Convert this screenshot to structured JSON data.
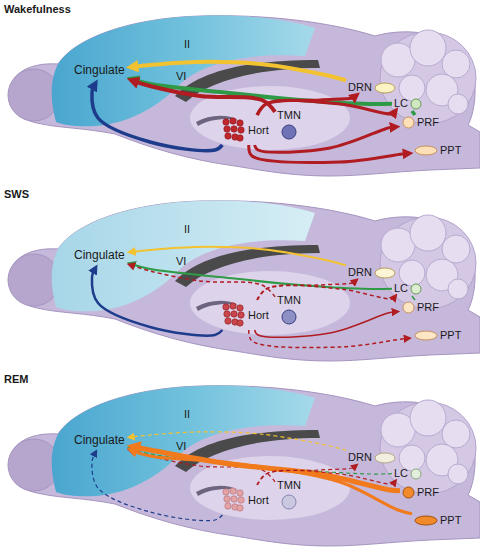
{
  "diagram": {
    "nodes": [
      {
        "text": [
          "Cingulate"
        ]
      },
      {
        "text": [
          "DRN"
        ]
      },
      {
        "text": [
          "LC"
        ]
      },
      {
        "text": [
          "PRF"
        ]
      },
      {
        "text": [
          "PPT"
        ]
      },
      {
        "text": [
          "TMN"
        ]
      },
      {
        "text": [
          "Hort"
        ]
      },
      {
        "text": [
          "Cingulate"
        ]
      },
      {
        "text": [
          "DRN"
        ]
      },
      {
        "text": [
          "LC"
        ]
      },
      {
        "text": [
          "PRF"
        ]
      },
      {
        "text": [
          "PPT"
        ]
      },
      {
        "text": [
          "TMN"
        ]
      },
      {
        "text": [
          "Hort"
        ]
      },
      {
        "text": [
          "Cingulate"
        ]
      },
      {
        "text": [
          "DRN"
        ]
      },
      {
        "text": [
          "LC"
        ]
      },
      {
        "text": [
          "PRF"
        ]
      },
      {
        "text": [
          "PPT"
        ]
      },
      {
        "text": [
          "TMN"
        ]
      },
      {
        "text": [
          "Hort"
        ]
      }
    ],
    "edges": [
      {
        "from": 1,
        "to": 0,
        "arrow": "to"
      },
      {
        "from": 2,
        "to": 0,
        "arrow": "to"
      },
      {
        "from": 5,
        "to": 0,
        "arrow": "to"
      },
      {
        "from": 6,
        "to": 0,
        "arrow": "to"
      },
      {
        "from": 6,
        "to": 1,
        "arrow": "to"
      },
      {
        "from": 6,
        "to": 2,
        "arrow": "to"
      },
      {
        "from": 6,
        "to": 3,
        "arrow": "to"
      },
      {
        "from": 6,
        "to": 4,
        "arrow": "to"
      },
      {
        "from": 2,
        "to": 3,
        "arrow": "none"
      },
      {
        "from": 8,
        "to": 7,
        "arrow": "to"
      },
      {
        "from": 9,
        "to": 7,
        "arrow": "to"
      },
      {
        "from": 12,
        "to": 7,
        "arrow": "to"
      },
      {
        "from": 13,
        "to": 7,
        "arrow": "to"
      },
      {
        "from": 13,
        "to": 8,
        "arrow": "to"
      },
      {
        "from": 13,
        "to": 9,
        "arrow": "to"
      },
      {
        "from": 13,
        "to": 10,
        "arrow": "to"
      },
      {
        "from": 13,
        "to": 11,
        "arrow": "to"
      },
      {
        "from": 9,
        "to": 10,
        "arrow": "none"
      },
      {
        "from": 15,
        "to": 14,
        "arrow": "to"
      },
      {
        "from": 16,
        "to": 14,
        "arrow": "to"
      },
      {
        "from": 19,
        "to": 14,
        "arrow": "to"
      },
      {
        "from": 20,
        "to": 14,
        "arrow": "to"
      },
      {
        "from": 17,
        "to": 14,
        "arrow": "to"
      },
      {
        "from": 18,
        "to": 14,
        "arrow": "to"
      },
      {
        "from": 20,
        "to": 15,
        "arrow": "to"
      },
      {
        "from": 20,
        "to": 16,
        "arrow": "to"
      }
    ],
    "labels": [
      "Wakefulness",
      "II",
      "VI",
      "SWS",
      "II",
      "VI",
      "REM",
      "II",
      "VI"
    ]
  }
}
